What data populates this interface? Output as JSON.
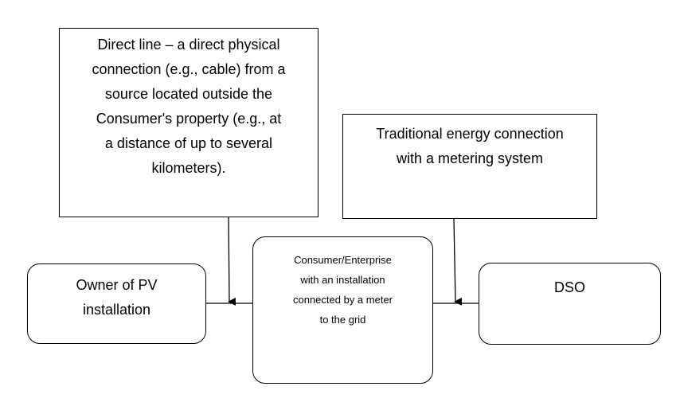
{
  "notes": {
    "direct_line": [
      "Direct line – a direct physical",
      "connection (e.g., cable) from a",
      "source located outside the",
      "Consumer's property (e.g., at",
      "a distance of up to several",
      "kilometers)."
    ],
    "traditional": [
      "Traditional energy connection",
      "with a metering system"
    ]
  },
  "nodes": {
    "owner": [
      "Owner of PV",
      "installation"
    ],
    "consumer": [
      "Consumer/Enterprise",
      "with an installation",
      "connected by a meter",
      "to the grid"
    ],
    "dso": [
      "DSO"
    ]
  }
}
